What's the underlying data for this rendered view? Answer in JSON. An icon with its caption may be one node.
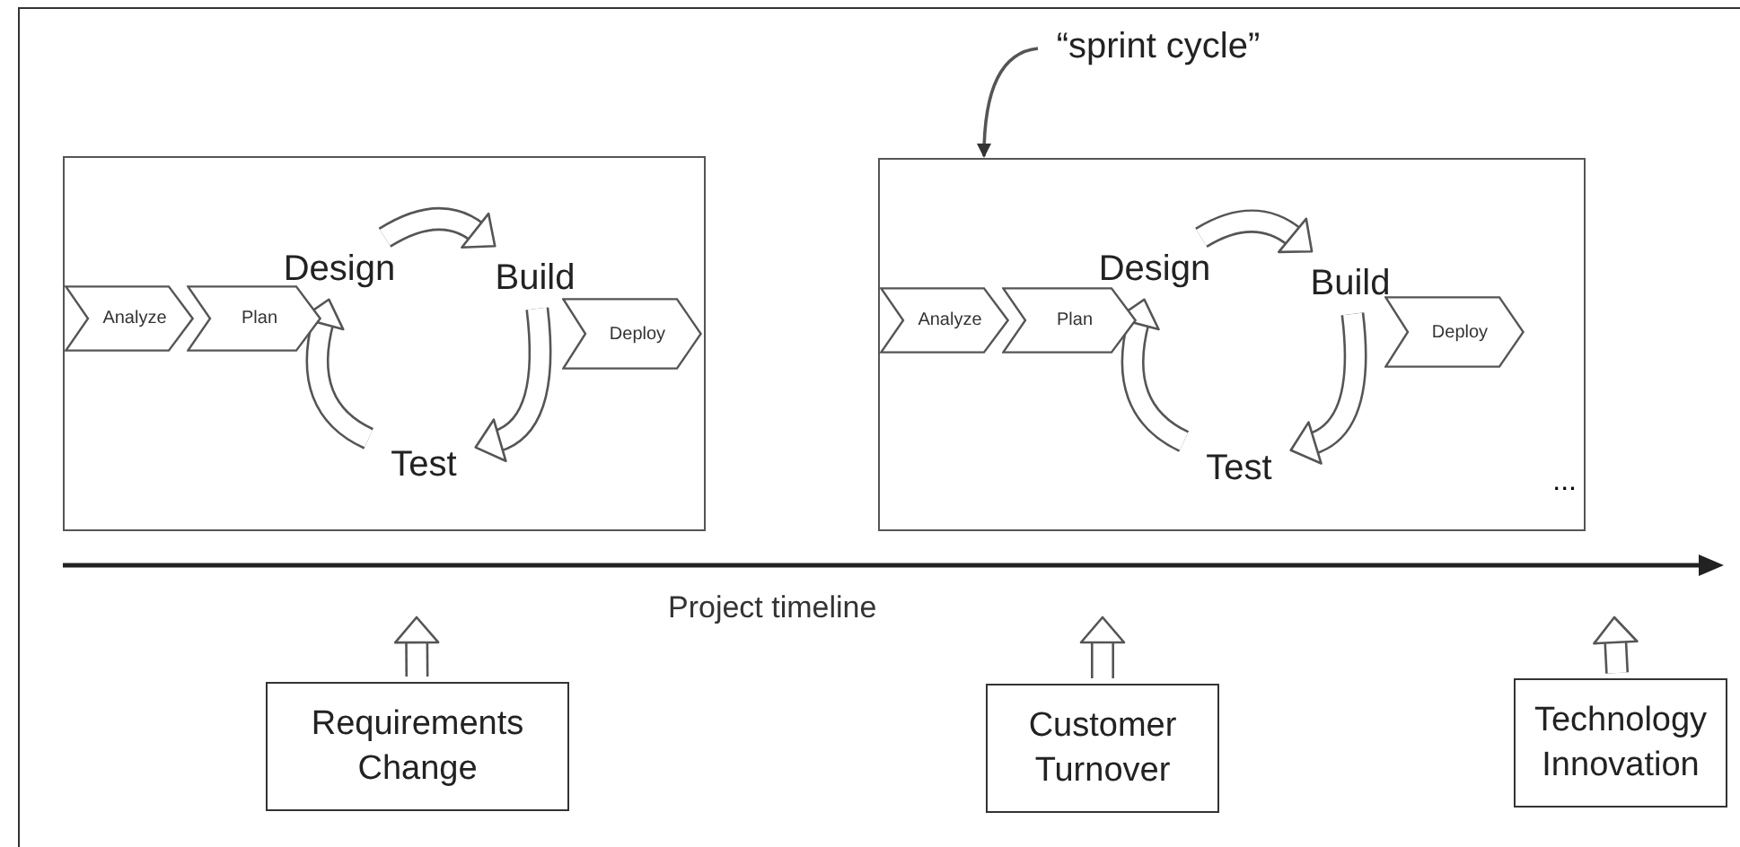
{
  "diagram": {
    "nodes": [
      {
        "text": [],
        "shape": "box"
      },
      {
        "text": [
          "Analyze"
        ],
        "in": 0
      },
      {
        "text": [
          "Plan"
        ],
        "in": 0
      },
      {
        "text": [
          "Design"
        ],
        "in": 0
      },
      {
        "text": [
          "Build"
        ],
        "in": 0
      },
      {
        "text": [
          "Deploy"
        ],
        "in": 0
      },
      {
        "text": [
          "Test"
        ],
        "in": 0
      },
      {
        "text": [],
        "shape": "box"
      },
      {
        "text": [
          "Analyze"
        ],
        "in": 7
      },
      {
        "text": [
          "Plan"
        ],
        "in": 7
      },
      {
        "text": [
          "Design"
        ],
        "in": 7
      },
      {
        "text": [
          "Build"
        ],
        "in": 7
      },
      {
        "text": [
          "Deploy"
        ],
        "in": 7
      },
      {
        "text": [
          "Test"
        ],
        "in": 7
      },
      {
        "text": [
          "“sprint cycle”"
        ]
      },
      {
        "text": [
          "Requirements Change"
        ]
      },
      {
        "text": [
          "Customer Turnover"
        ]
      },
      {
        "text": [
          "Technology Innovation"
        ]
      }
    ],
    "edges": [
      {
        "from": 3,
        "to": 4,
        "arrow": "to"
      },
      {
        "from": 4,
        "to": 6,
        "arrow": "to"
      },
      {
        "from": 6,
        "to": 3,
        "arrow": "to"
      },
      {
        "from": 10,
        "to": 11,
        "arrow": "to"
      },
      {
        "from": 11,
        "to": 13,
        "arrow": "to"
      },
      {
        "from": 13,
        "to": 10,
        "arrow": "to"
      },
      {
        "from": 14,
        "to": 7,
        "arrow": "to"
      },
      {
        "from": 15,
        "to": null,
        "arrow": "to"
      },
      {
        "from": 16,
        "to": null,
        "arrow": "to"
      },
      {
        "from": 17,
        "to": null,
        "arrow": "to"
      }
    ],
    "labels": [
      "...",
      "Project timeline"
    ]
  }
}
